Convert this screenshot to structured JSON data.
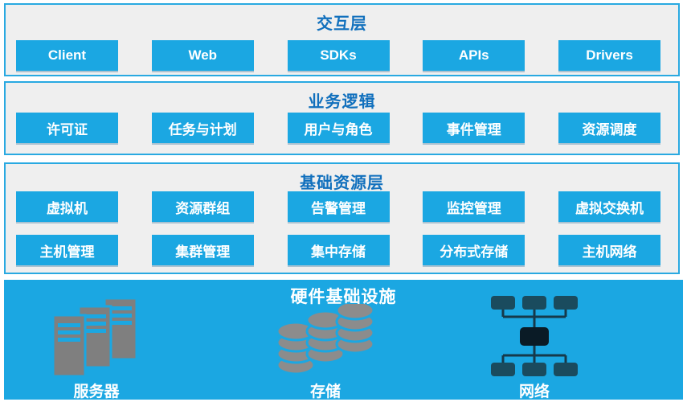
{
  "layers": [
    {
      "title": "交互层",
      "rows": [
        [
          "Client",
          "Web",
          "SDKs",
          "APIs",
          "Drivers"
        ]
      ]
    },
    {
      "title": "业务逻辑",
      "rows": [
        [
          "许可证",
          "任务与计划",
          "用户与角色",
          "事件管理",
          "资源调度"
        ]
      ]
    },
    {
      "title": "基础资源层",
      "rows": [
        [
          "虚拟机",
          "资源群组",
          "告警管理",
          "监控管理",
          "虚拟交换机"
        ],
        [
          "主机管理",
          "集群管理",
          "集中存储",
          "分布式存储",
          "主机网络"
        ]
      ]
    }
  ],
  "hardware": {
    "title": "硬件基础设施",
    "items": [
      {
        "label": "服务器",
        "icon": "server-icon"
      },
      {
        "label": "存储",
        "icon": "storage-icon"
      },
      {
        "label": "网络",
        "icon": "network-icon"
      }
    ]
  },
  "colors": {
    "block_blue": "#1ba7e2",
    "panel_border_blue": "#29a9e1",
    "panel_background": "#efefef",
    "title_blue": "#1170bd",
    "hardware_background": "#1ba7e2",
    "icon_gray": "#808080",
    "network_node": "#1a4b5e",
    "network_hub": "#0a1b26",
    "text_white": "#ffffff"
  }
}
